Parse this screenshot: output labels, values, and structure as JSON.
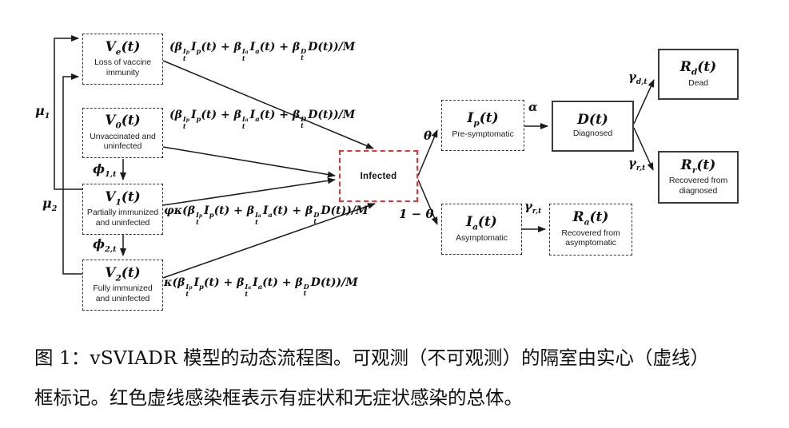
{
  "diagram": {
    "colors": {
      "arrow": "#1a1a1a",
      "box_border": "#333333",
      "infected_border": "#f62d2d",
      "text": "#111111"
    },
    "boxes": {
      "ve": {
        "title": "V<sub>e</sub>(t)",
        "subtitle": "Loss of vaccine immunity",
        "border": "dashed"
      },
      "v0": {
        "title": "V<sub>0</sub>(t)",
        "subtitle": "Unvaccinated and uninfected",
        "border": "dashed"
      },
      "v1": {
        "title": "V<sub>1</sub>(t)",
        "subtitle": "Partially immunized and uninfected",
        "border": "dashed"
      },
      "v2": {
        "title": "V<sub>2</sub>(t)",
        "subtitle": "Fully immunized and uninfected",
        "border": "dashed"
      },
      "infected": {
        "label": "Infected",
        "border": "red-dashed"
      },
      "ip": {
        "title": "I<sub>p</sub>(t)",
        "subtitle": "Pre-symptomatic",
        "border": "dashed"
      },
      "ia": {
        "title": "I<sub>a</sub>(t)",
        "subtitle": "Asymptomatic",
        "border": "dashed"
      },
      "d": {
        "title": "D(t)",
        "subtitle": "Diagnosed",
        "border": "solid"
      },
      "rd": {
        "title": "R<sub>d</sub>(t)",
        "subtitle": "Dead",
        "border": "solid"
      },
      "rr": {
        "title": "R<sub>r</sub>(t)",
        "subtitle": "Recovered from diagnosed",
        "border": "solid"
      },
      "ra": {
        "title": "R<sub>a</sub>(t)",
        "subtitle": "Recovered from asymptomatic",
        "border": "dashed"
      }
    },
    "edge_labels": {
      "mu1": "μ<sub>1</sub>",
      "mu2": "μ<sub>2</sub>",
      "phi1": "ϕ<sub>1,t</sub>",
      "phi2": "ϕ<sub>2,t</sub>",
      "theta": "θ",
      "one_minus_theta": "1 − θ",
      "alpha": "α",
      "gamma_d": "γ<sub>d,t</sub>",
      "gamma_r_top": "γ<sub>r,t</sub>",
      "gamma_r_bottom": "γ<sub>r,t</sub>",
      "rate_ve": "(β<span class='ss'><span>I<span class='t2'>p</span></span><span>t</span></span>I<sub>p</sub>(t) + β<span class='ss'><span>I<span class='t2'>a</span></span><span>t</span></span>I<sub>a</sub>(t) + β<span class='ss'><span>D</span><span>t</span></span>D(t))/M",
      "rate_v0": "(β<span class='ss'><span>I<span class='t2'>p</span></span><span>t</span></span>I<sub>p</sub>(t) + β<span class='ss'><span>I<span class='t2'>a</span></span><span>t</span></span>I<sub>a</sub>(t) + β<span class='ss'><span>D</span><span>t</span></span>D(t))/M",
      "rate_v1": "φκ(β<span class='ss'><span>I<span class='t2'>p</span></span><span>t</span></span>I<sub>p</sub>(t) + β<span class='ss'><span>I<span class='t2'>a</span></span><span>t</span></span>I<sub>a</sub>(t) + β<span class='ss'><span>D</span><span>t</span></span>D(t))/M",
      "rate_v2": "κ(β<span class='ss'><span>I<span class='t2'>p</span></span><span>t</span></span>I<sub>p</sub>(t) + β<span class='ss'><span>I<span class='t2'>a</span></span><span>t</span></span>I<sub>a</sub>(t) + β<span class='ss'><span>D</span><span>t</span></span>D(t))/M"
    },
    "caption": {
      "line1": "图 1：vSVIADR 模型的动态流程图。可观测（不可观测）的隔室由实心（虚线）",
      "line2": "框标记。红色虚线感染框表示有症状和无症状感染的总体。"
    }
  }
}
